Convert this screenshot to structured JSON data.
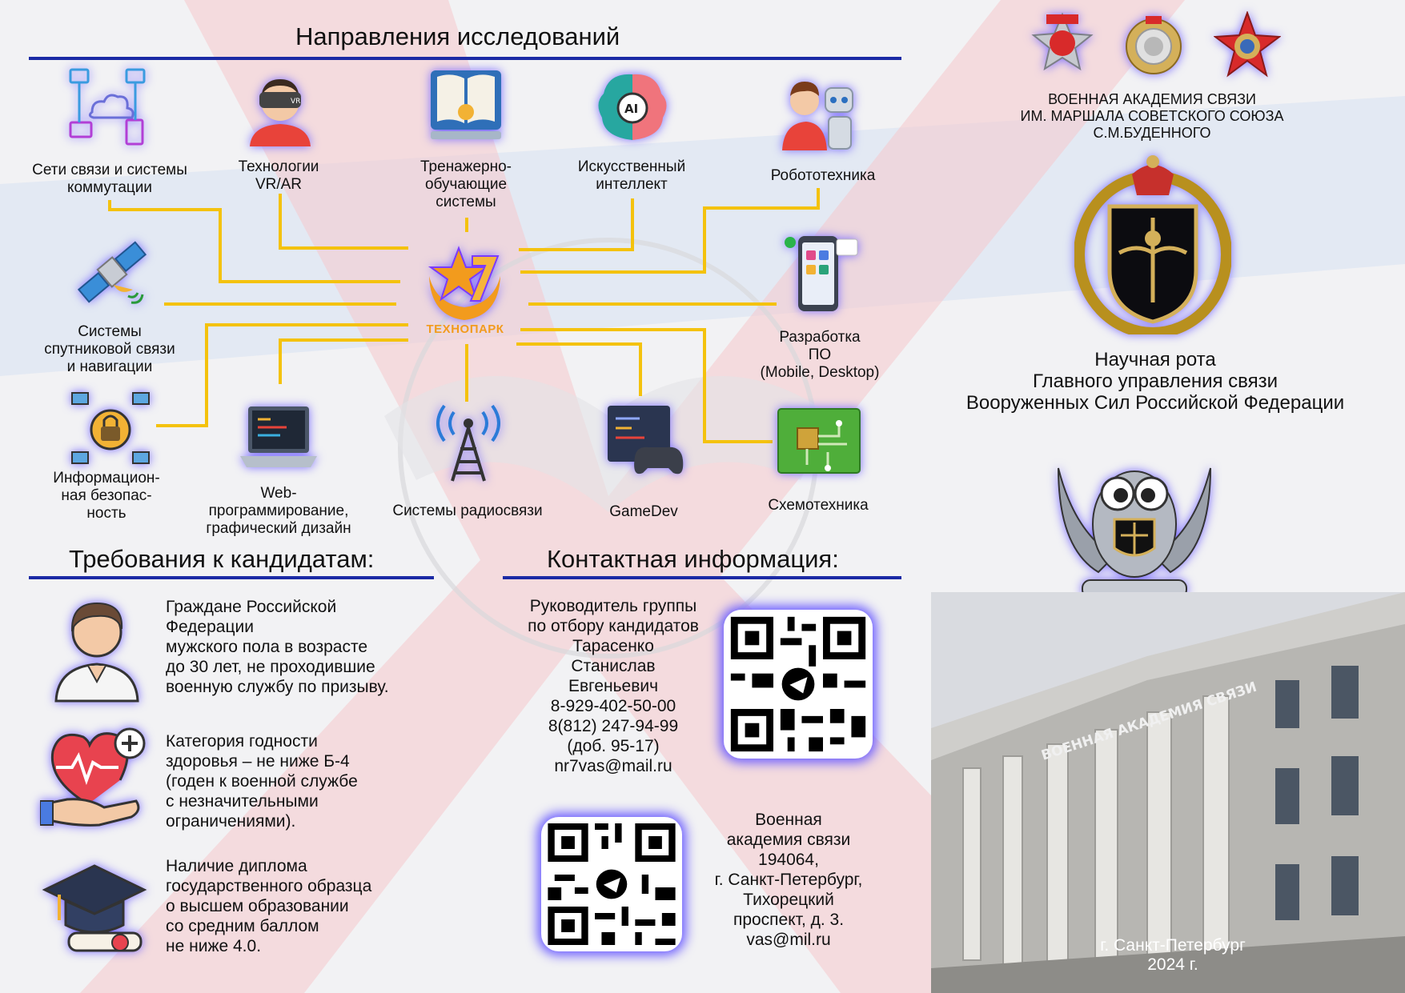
{
  "research": {
    "title": "Направления исследований",
    "hub_label": "ТЕХНОПАРК",
    "items": [
      {
        "label": "Сети связи и системы\nкоммутации",
        "icon": "network-icon"
      },
      {
        "label": "Технологии\nVR/AR",
        "icon": "vr-headset-icon",
        "badge": "VR"
      },
      {
        "label": "Тренажерно-\nобучающие\nсистемы",
        "icon": "book-icon"
      },
      {
        "label": "Искусственный\nинтеллект",
        "icon": "ai-brain-icon",
        "badge": "AI"
      },
      {
        "label": "Робототехника",
        "icon": "robot-icon"
      },
      {
        "label": "Системы\nспутниковой связи\nи навигации",
        "icon": "satellite-icon"
      },
      {
        "label": "Разработка\nПО\n(Mobile, Desktop)",
        "icon": "smartphone-icon"
      },
      {
        "label": "Информацион-\nная безопас-\nность",
        "icon": "lock-icon"
      },
      {
        "label": "Web-\nпрограммирование,\nграфический дизайн",
        "icon": "laptop-code-icon"
      },
      {
        "label": "Системы радиосвязи",
        "icon": "radio-tower-icon"
      },
      {
        "label": "GameDev",
        "icon": "gamepad-icon"
      },
      {
        "label": "Схемотехника",
        "icon": "circuit-board-icon"
      }
    ]
  },
  "academy": {
    "name_lines": [
      "ВОЕННАЯ АКАДЕМИЯ СВЯЗИ",
      "ИМ. МАРШАЛА СОВЕТСКОГО СОЮЗА",
      "С.М.БУДЕННОГО"
    ],
    "company_lines": [
      "Научная рота",
      "Главного управления связи",
      "Вооруженных Сил Российской Федерации"
    ],
    "building_sign": "ВОЕННАЯ АКАДЕМИЯ СВЯЗИ",
    "city": "г. Санкт-Петербург",
    "year": "2024 г."
  },
  "requirements": {
    "title": "Требования к кандидатам:",
    "items": [
      {
        "text": "Граждане Российской\nФедерации\nмужского пола в возрасте\nдо 30 лет, не проходившие\nвоенную службу по призыву.",
        "icon": "person-icon"
      },
      {
        "text": "Категория годности\nздоровья – не ниже Б-4\n(годен к военной службе\nс незначительными\nограничениями).",
        "icon": "heart-health-icon"
      },
      {
        "text": "Наличие диплома\nгосударственного образца\nо высшем образовании\nсо средним баллом\nне ниже 4.0.",
        "icon": "graduation-cap-icon"
      }
    ]
  },
  "contacts": {
    "title": "Контактная информация:",
    "person_lines": [
      "Руководитель группы",
      "по отбору кандидатов",
      "Тарасенко",
      "Станислав",
      "Евгеньевич",
      "8-929-402-50-00",
      "8(812) 247-94-99",
      "(доб. 95-17)",
      "nr7vas@mail.ru"
    ],
    "address_lines": [
      "Военная",
      "академия связи",
      "194064,",
      "г. Санкт-Петербург,",
      "Тихорецкий",
      "проспект, д. 3.",
      "vas@mil.ru"
    ]
  },
  "colors": {
    "accent_rule": "#1b2aa5",
    "connector": "#f4c20d",
    "glow": "#6b5cff"
  }
}
